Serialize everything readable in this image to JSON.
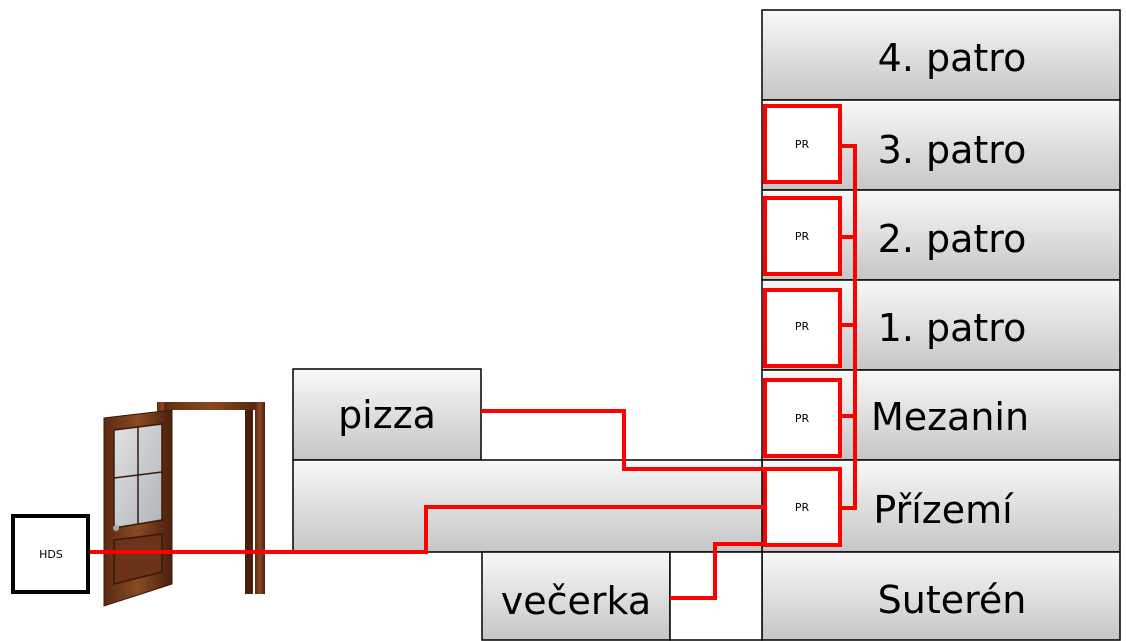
{
  "floors": [
    {
      "id": "floor-4",
      "label": "4. patro"
    },
    {
      "id": "floor-3",
      "label": "3. patro"
    },
    {
      "id": "floor-2",
      "label": "2. patro"
    },
    {
      "id": "floor-1",
      "label": "1. patro"
    },
    {
      "id": "floor-mezanin",
      "label": "Mezanin"
    },
    {
      "id": "floor-prizemi",
      "label": "Přízemí"
    },
    {
      "id": "floor-suteren",
      "label": "Suterén"
    }
  ],
  "units": {
    "pizza": "pizza",
    "vecerka": "večerka"
  },
  "hds_label": "HDS",
  "pr_label": "PR",
  "colors": {
    "wire": "#ff0000",
    "box_border": "#000000",
    "gradient_light": "#f7f7f7",
    "gradient_dark": "#c9c9c9"
  }
}
